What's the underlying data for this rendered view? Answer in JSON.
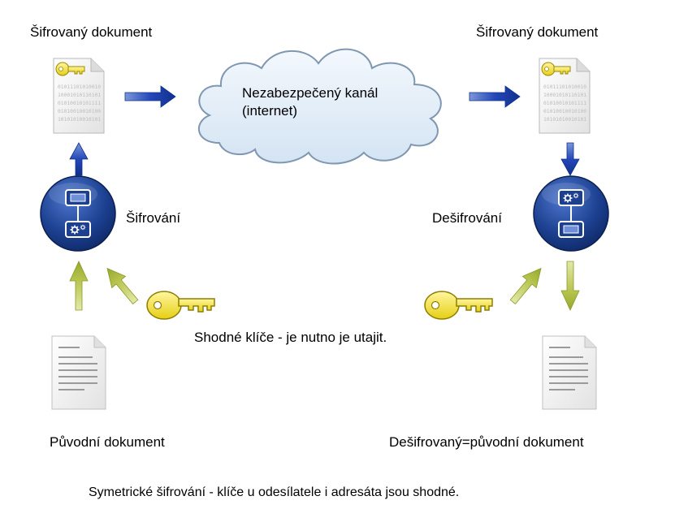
{
  "labels": {
    "encrypted_left": "Šifrovaný dokument",
    "encrypted_right": "Šifrovaný dokument",
    "cloud_line1": "Nezabezpečený kanál",
    "cloud_line2": "(internet)",
    "encryption": "Šifrování",
    "decryption": "Dešifrování",
    "same_keys": "Shodné klíče - je nutno je utajit.",
    "original_doc": "Původní dokument",
    "decrypted_doc": "Dešifrovaný=původní dokument",
    "caption": "Symetrické šifrování - klíče u odesílatele i adresáta jsou shodné."
  },
  "encrypted_doc_text": [
    "01011101010010",
    "10001010110101",
    "01010010101111",
    "01010010010100",
    "10101010010101"
  ],
  "colors": {
    "blue_arrow": "#1a3fa8",
    "green_arrow": "#b3c24a",
    "key": "#f4e43a",
    "cloud_fill": "#e3eef8",
    "cloud_stroke": "#7f97b0",
    "process_circle": "#1c3f8f"
  },
  "icons": [
    "encrypted-document-icon",
    "cloud-icon",
    "process-icon",
    "key-icon",
    "document-icon",
    "arrow-icon"
  ]
}
